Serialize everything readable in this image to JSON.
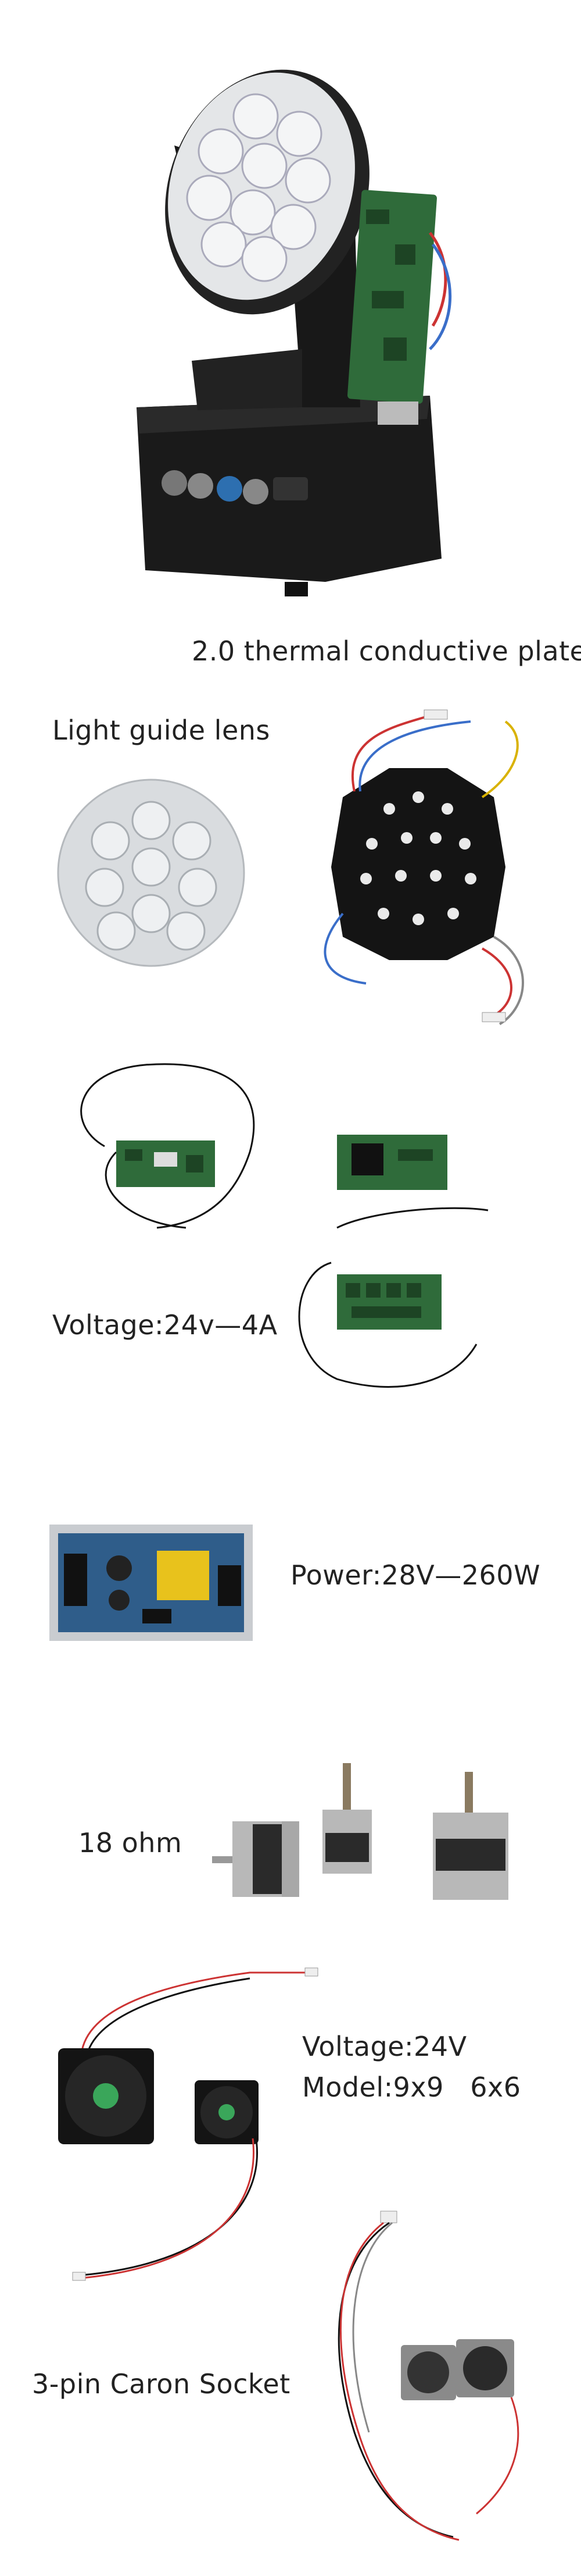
{
  "captions": {
    "thermal_plate": "2.0 thermal conductive plate",
    "light_guide_lens": "Light guide lens",
    "voltage_board": "Voltage:24v—4A",
    "power_supply": "Power:28V—260W",
    "motor": "18 ohm",
    "fan_voltage": "Voltage:24V",
    "fan_model": "Model:9x9   6x6",
    "socket": "3-pin Caron Socket"
  },
  "colors": {
    "body_black": "#1a1a1a",
    "pcb_green": "#2f6b3a",
    "led_board": "#141414",
    "lens_grey": "#d9dcdf",
    "psu_blue": "#2f5d8a",
    "motor_silver": "#b8b8b8",
    "capacitor_yellow": "#e8c21c"
  }
}
